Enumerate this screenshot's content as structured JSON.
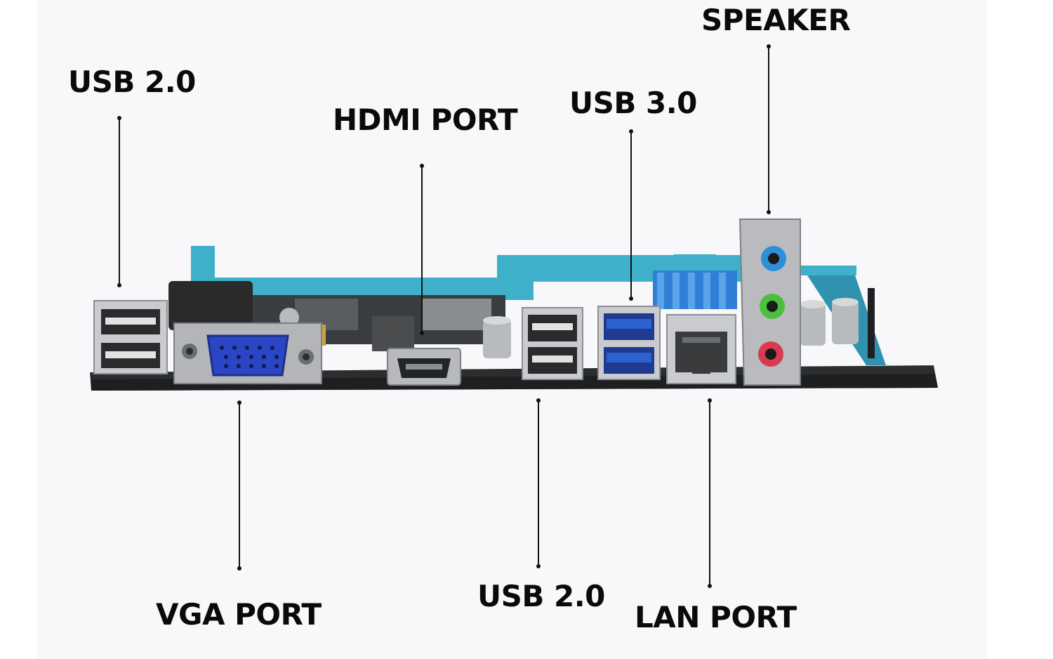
{
  "labels": {
    "usb20_top": "USB 2.0",
    "hdmi": "HDMI PORT",
    "usb30": "USB 3.0",
    "speaker": "SPEAKER",
    "vga": "VGA PORT",
    "usb20_bottom": "USB 2.0",
    "lan": "LAN PORT"
  },
  "colors": {
    "background": "#f8f8fa",
    "pcb": "#2b2d2f",
    "slot_blue": "#3fb0c9",
    "heatsink_blue": "#2f7fd6",
    "vga_blue": "#2a46c4",
    "usb3_blue": "#2a63d0",
    "audio_blue": "#2c8fd8",
    "audio_green": "#4cbf3c",
    "audio_pink": "#d83a4f",
    "leader": "#111111"
  }
}
